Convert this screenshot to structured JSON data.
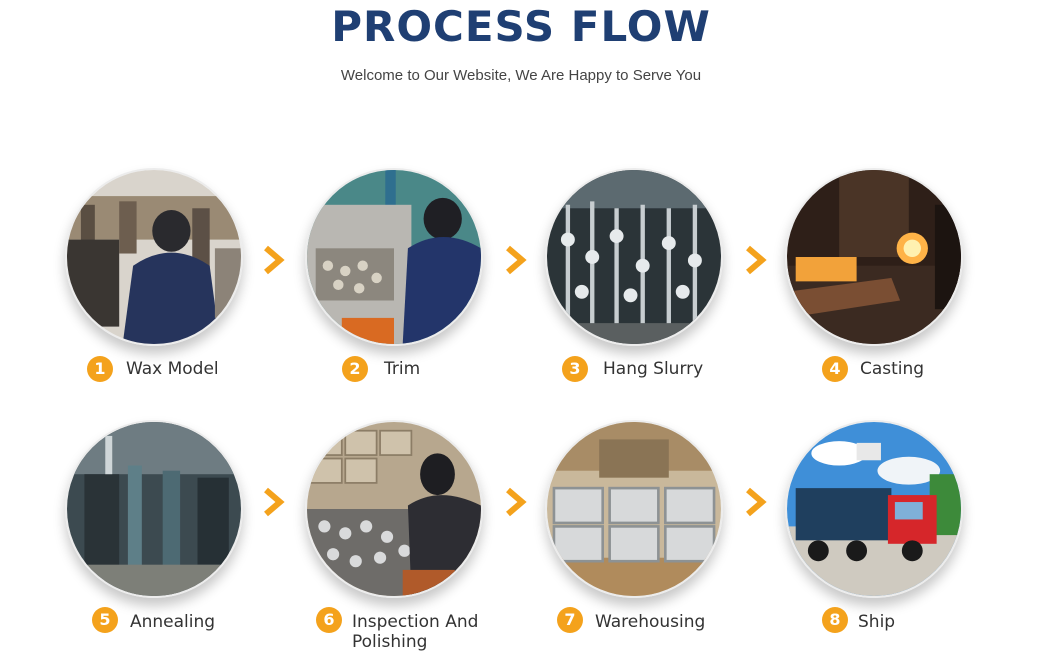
{
  "header": {
    "title": "PROCESS FLOW",
    "subtitle": "Welcome to Our Website, We Are Happy to Serve You"
  },
  "colors": {
    "title": "#1f3f73",
    "accent": "#f4a21c"
  },
  "steps": [
    {
      "number": "1",
      "label": "Wax Model",
      "photo": "worker-at-wax-model-machine"
    },
    {
      "number": "2",
      "label": "Trim",
      "photo": "worker-trimming-parts"
    },
    {
      "number": "3",
      "label": "Hang Slurry",
      "photo": "hanging-slurry-trees"
    },
    {
      "number": "4",
      "label": "Casting",
      "photo": "molten-metal-furnace"
    },
    {
      "number": "5",
      "label": "Annealing",
      "photo": "annealing-workshop"
    },
    {
      "number": "6",
      "label": "Inspection And Polishing",
      "photo": "inspecting-metal-parts"
    },
    {
      "number": "7",
      "label": "Warehousing",
      "photo": "steel-crates-in-warehouse"
    },
    {
      "number": "8",
      "label": "Ship",
      "photo": "red-cargo-truck"
    }
  ],
  "icons": {
    "arrow": "chevron-right-icon"
  }
}
